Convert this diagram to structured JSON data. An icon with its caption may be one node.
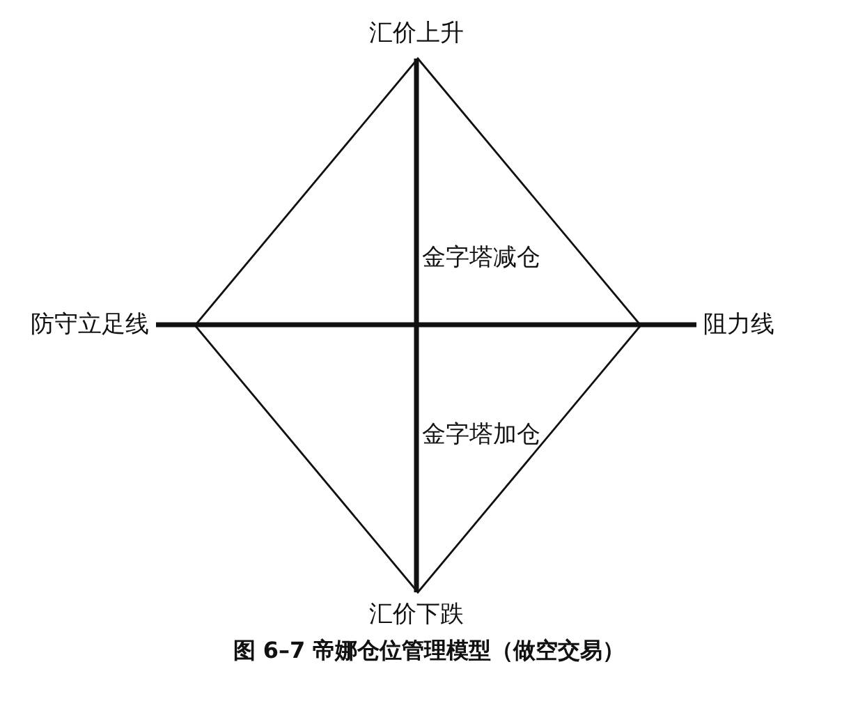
{
  "diagram": {
    "caption": "图 6–7 帝娜仓位管理模型（做空交易）",
    "nodes": [
      {
        "text": [
          "汇价上升"
        ]
      },
      {
        "text": [
          "汇价下跌"
        ]
      },
      {
        "text": [
          "防守立足线"
        ]
      },
      {
        "text": [
          "阻力线"
        ]
      }
    ],
    "edges": [
      {
        "from": 0,
        "to": 1,
        "arrow": "none"
      },
      {
        "from": 2,
        "to": 3,
        "arrow": "none"
      }
    ],
    "labels": [
      "金字塔减仓",
      "金字塔加仓"
    ]
  }
}
